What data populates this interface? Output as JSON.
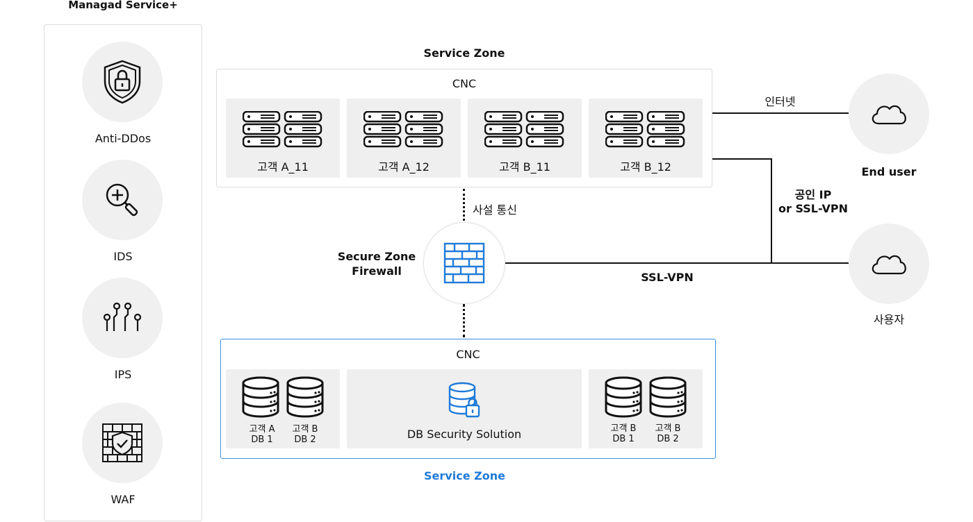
{
  "managed": {
    "title": "Managad Service+",
    "items": [
      {
        "label": "Anti-DDos",
        "icon": "shield-lock-icon"
      },
      {
        "label": "IDS",
        "icon": "magnifier-plus-icon"
      },
      {
        "label": "IPS",
        "icon": "circuit-icon"
      },
      {
        "label": "WAF",
        "icon": "brick-shield-icon"
      }
    ]
  },
  "service_zone_top": {
    "title": "Service Zone",
    "cnc": "CNC",
    "servers": [
      {
        "label": "고객 A_11"
      },
      {
        "label": "고객 A_12"
      },
      {
        "label": "고객 B_11"
      },
      {
        "label": "고객 B_12"
      }
    ]
  },
  "private_comm": "사설 통신",
  "secure_zone": {
    "line1": "Secure Zone",
    "line2": "Firewall"
  },
  "internet_label": "인터넷",
  "public_ip": {
    "line1": "공인  IP",
    "line2": "or SSL-VPN"
  },
  "ssl_vpn": "SSL-VPN",
  "end_user": "End user",
  "user": "사용자",
  "service_zone_bottom": {
    "title": "Service Zone",
    "cnc": "CNC",
    "db_left": [
      {
        "line1": "고객 A",
        "line2": "DB 1"
      },
      {
        "line1": "고객 B",
        "line2": "DB 2"
      }
    ],
    "db_security": "DB Security Solution",
    "db_right": [
      {
        "line1": "고객 B",
        "line2": "DB 1"
      },
      {
        "line1": "고객 B",
        "line2": "DB 2"
      }
    ]
  },
  "colors": {
    "accent": "#1f7ad8",
    "border_blue": "#3b8fe0",
    "card_bg": "#efefef"
  }
}
